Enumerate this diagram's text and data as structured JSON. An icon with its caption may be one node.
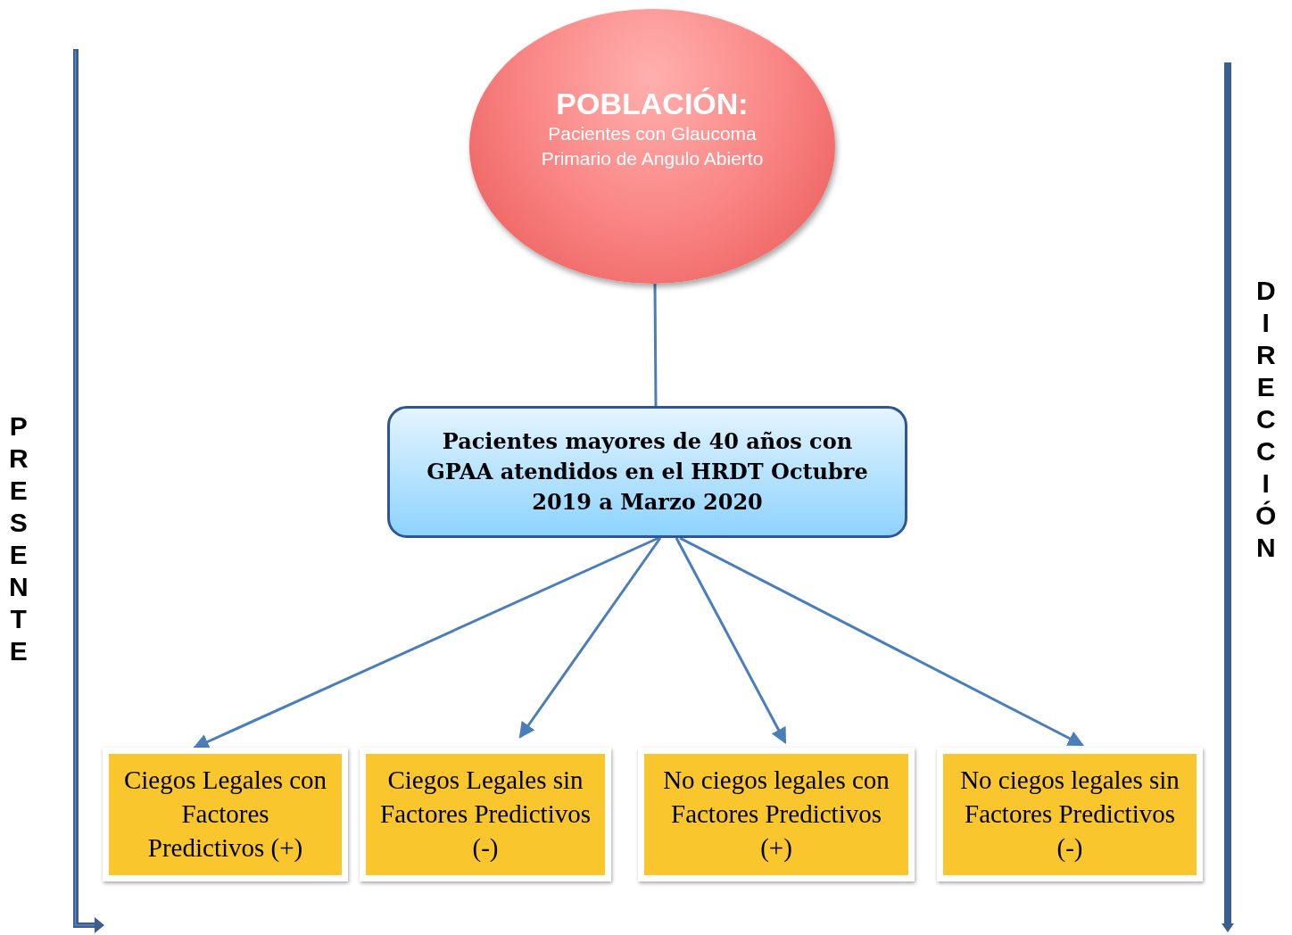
{
  "diagram": {
    "nodes": [
      {
        "text": [
          "POBLACIÓN:",
          "Pacientes con Glaucoma Primario de Angulo Abierto"
        ]
      },
      {
        "text": [
          "Pacientes mayores de 40 años con GPAA atendidos en el HRDT Octubre 2019 a Marzo 2020"
        ]
      },
      {
        "text": [
          "Ciegos Legales con Factores Predictivos (+)"
        ]
      },
      {
        "text": [
          "Ciegos Legales sin Factores Predictivos (-)"
        ]
      },
      {
        "text": [
          "No ciegos legales con Factores Predictivos (+)"
        ]
      },
      {
        "text": [
          "No ciegos legales sin Factores Predictivos (-)"
        ]
      }
    ],
    "edges": [
      {
        "from": 0,
        "to": 1,
        "arrow": "none"
      },
      {
        "from": 1,
        "to": 2,
        "arrow": "to"
      },
      {
        "from": 1,
        "to": 3,
        "arrow": "to"
      },
      {
        "from": 1,
        "to": 4,
        "arrow": "to"
      },
      {
        "from": 1,
        "to": 5,
        "arrow": "to"
      }
    ],
    "labels": [
      "PRESENTE",
      "DIRECCIÓN"
    ]
  }
}
